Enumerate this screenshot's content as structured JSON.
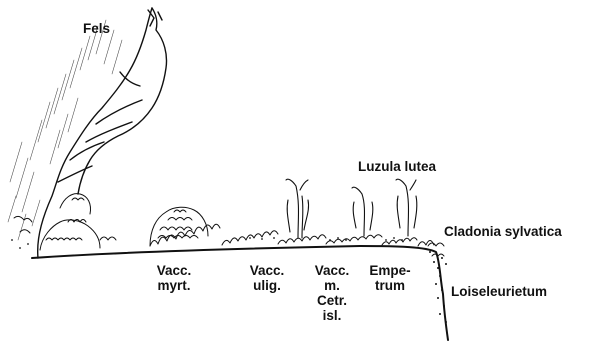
{
  "labels": {
    "fels": "Fels",
    "luzula": "Luzula lutea",
    "cladonia": "Cladonia sylvatica",
    "loiseleurietum": "Loiseleurietum",
    "vacc_myrt": [
      "Vacc.",
      "myrt."
    ],
    "vacc_ulig": [
      "Vacc.",
      "ulig."
    ],
    "vacc_m_cetr": [
      "Vacc.",
      "m.",
      "Cetr.",
      "isl."
    ],
    "empetrum": [
      "Empe-",
      "trum"
    ]
  },
  "colors": {
    "ink": "#111111",
    "background": "#ffffff"
  }
}
